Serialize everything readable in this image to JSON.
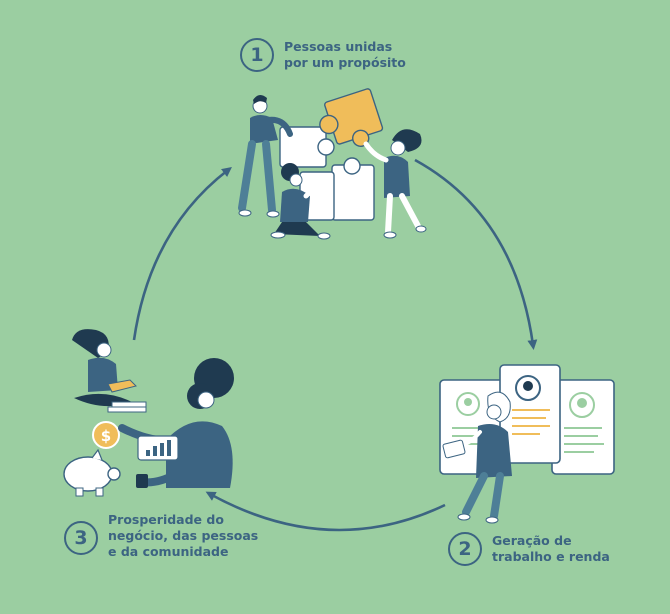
{
  "steps": [
    {
      "number": "1",
      "label": "Pessoas unidas\npor um propósito"
    },
    {
      "number": "2",
      "label": "Geração de\ntrabalho e renda"
    },
    {
      "number": "3",
      "label": "Prosperidade do\nnegócio, das pessoas\ne da comunidade"
    }
  ],
  "illustrations": {
    "step_1": "people-assembling-puzzle",
    "step_2": "woman-with-resumes",
    "step_3": "people-with-piggy-bank-coins-and-books"
  },
  "colors": {
    "background": "#9bcea1",
    "primary": "#3c6482",
    "accent": "#f0bd5a",
    "skin": "#ffffff",
    "hair": "#1f3a50"
  }
}
